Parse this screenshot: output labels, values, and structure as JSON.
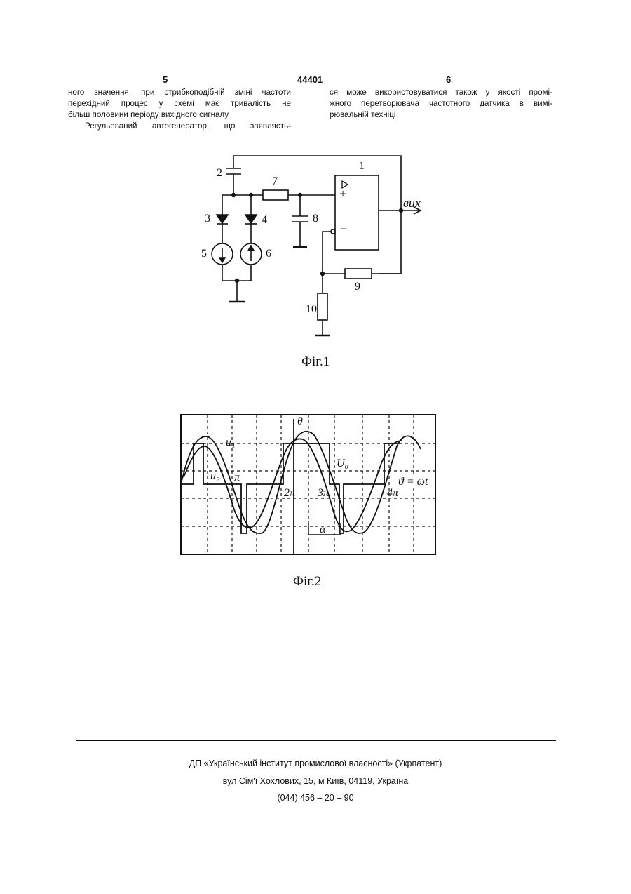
{
  "header": {
    "page_left": "5",
    "doc_number": "44401",
    "page_right": "6"
  },
  "text": {
    "left_col": [
      "ного значення, при стрибкоподібній зміні частоти",
      "перехідний процес у схемі має тривалість не",
      "більш половини періоду вихідного сигналу",
      "Регульований автогенератор, що заявляєть-"
    ],
    "right_col": [
      "ся може використовуватися також у якості промі-",
      "жного перетворювача частотного датчика в вимі-",
      "рювальній техніці"
    ]
  },
  "fig1": {
    "caption": "Фіг.1",
    "labels": {
      "opamp": "1",
      "cap2": "2",
      "diode3": "3",
      "diode4": "4",
      "src5": "5",
      "src6": "6",
      "res7": "7",
      "cap8": "8",
      "res9": "9",
      "res10": "10",
      "output": "вих",
      "plus": "+",
      "minus": "−"
    }
  },
  "fig2": {
    "caption": "Фіг.2",
    "labels": {
      "u1": "u₁",
      "u2": "u₂",
      "theta": "θ",
      "U0": "U₀",
      "pi": "π",
      "two_pi": "2π",
      "three_pi": "3π",
      "four_pi": "4π",
      "alpha": "α",
      "phase": "ϑ = ωt"
    }
  },
  "footer": {
    "line1": "ДП «Український інститут промислової власності» (Укрпатент)",
    "line2": "вул  Сім'ї Хохлових, 15, м  Київ, 04119, Україна",
    "line3": "(044) 456 – 20 –  90"
  }
}
